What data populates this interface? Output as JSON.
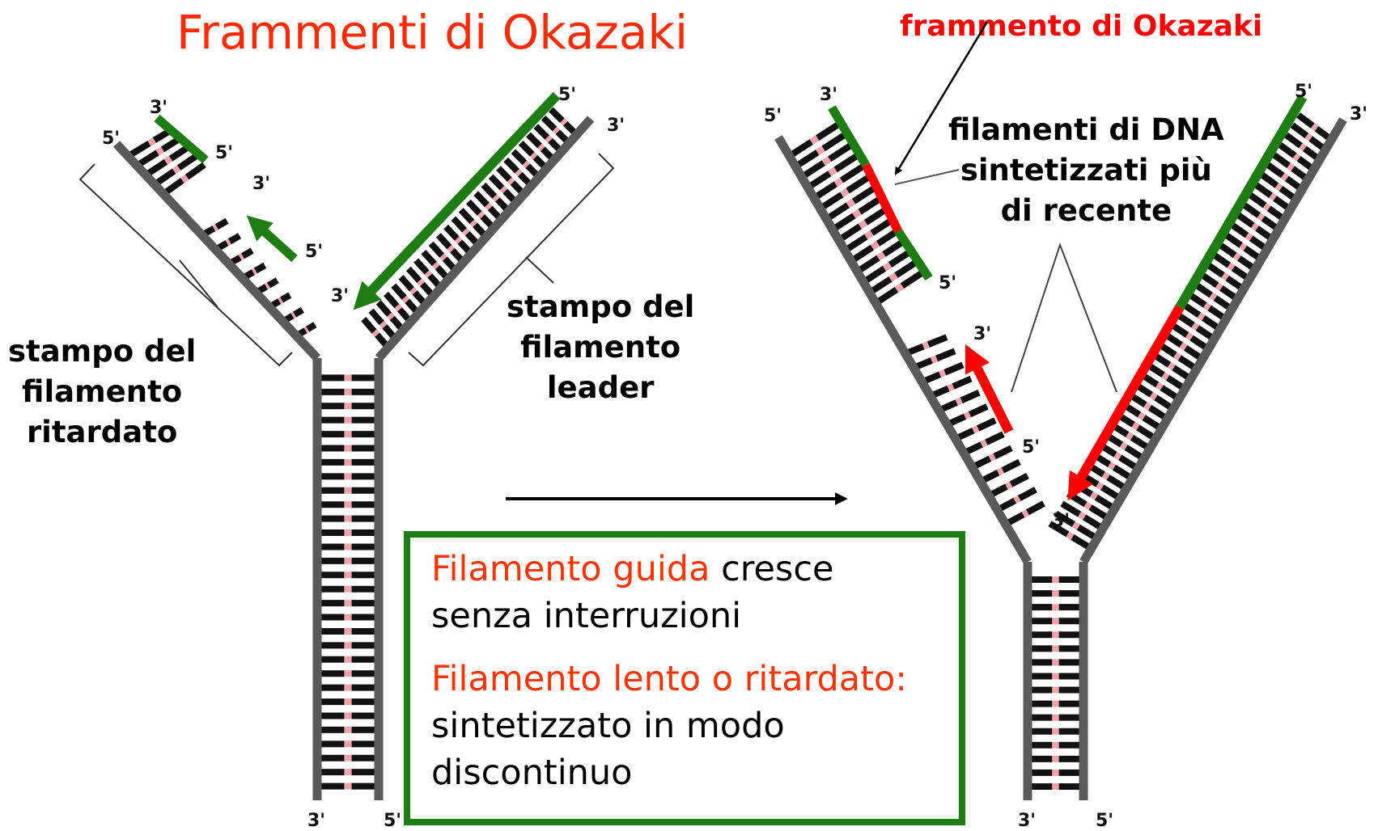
{
  "title": "Frammenti di Okazaki",
  "okazaki_label": "frammento di Okazaki",
  "recent_label": [
    "filamenti di DNA",
    "sintetizzati più",
    "di recente"
  ],
  "lagging_template_label": [
    "stampo del",
    "filamento",
    "ritardato"
  ],
  "leading_template_label": [
    "stampo del",
    "filamento",
    "leader"
  ],
  "box": {
    "leading_name": "Filamento guida",
    "leading_text": " cresce senza interruzioni",
    "lagging_name": "Filamento lento o ritardato:",
    "lagging_text": " sintetizzato in modo discontinuo"
  },
  "ends": {
    "three": "3'",
    "five": "5'"
  },
  "colors": {
    "new_strand": "#1d7d12",
    "recent_strand": "#ff0000",
    "template": "#5a5a5a",
    "base": "#111111",
    "pair": "#f2a2a8",
    "title": "#ff2a00"
  }
}
